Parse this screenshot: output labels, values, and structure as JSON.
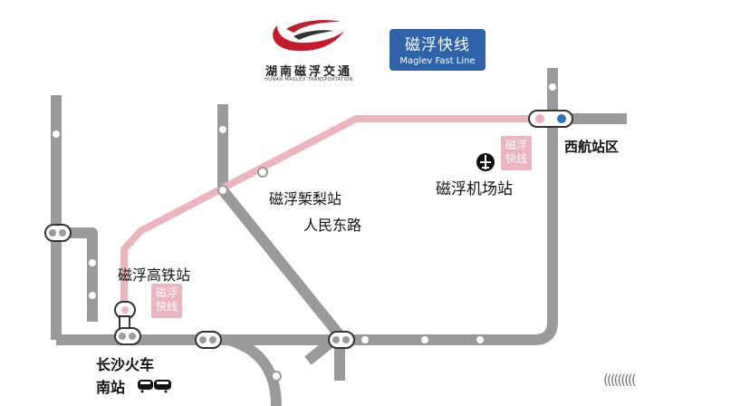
{
  "logo": {
    "name_cn": "湖南磁浮交通",
    "name_en": "HUNAN MAGLEV TRANSPORTATION",
    "colors": {
      "swoosh": "#c41c2c",
      "dark": "#333333"
    }
  },
  "line_badge": {
    "name_cn": "磁浮快线",
    "name_en": "Maglev Fast Line",
    "color": "#2e62a9"
  },
  "colors": {
    "maglev_line": "#ecb4bf",
    "metro_lines": "#9a9a9a",
    "transfer_dot": "#2e72b8"
  },
  "stations": {
    "west_hangzhou": "西航站区",
    "airport": "磁浮机场站",
    "lili": "磁浮椠梨站",
    "renmin_east": "人民东路",
    "hsr": "磁浮高铁站",
    "changsha_south_l1": "长沙火车",
    "changsha_south_l2": "南站"
  },
  "line_tags": {
    "airport_tag": [
      "磁浮",
      "快线"
    ],
    "hsr_tag": [
      "磁浮",
      "快线"
    ]
  },
  "icons": [
    "airplane-icon",
    "train-icon"
  ],
  "watermark": "((((((((("
}
